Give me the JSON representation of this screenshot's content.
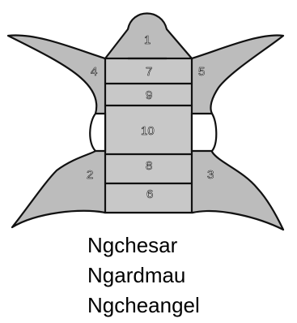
{
  "regions": [
    {
      "id": "region-1",
      "label": "1"
    },
    {
      "id": "region-2",
      "label": "2"
    },
    {
      "id": "region-3",
      "label": "3"
    },
    {
      "id": "region-4",
      "label": "4"
    },
    {
      "id": "region-5",
      "label": "5"
    },
    {
      "id": "region-6",
      "label": "6"
    },
    {
      "id": "region-7",
      "label": "7"
    },
    {
      "id": "region-8",
      "label": "8"
    },
    {
      "id": "region-9",
      "label": "9"
    },
    {
      "id": "region-10",
      "label": "10"
    }
  ],
  "caption": [
    "Ngchesar",
    "Ngardmau",
    "Ngcheangel"
  ],
  "colors": {
    "fill": "#bcbcbc",
    "outline": "#111111"
  }
}
